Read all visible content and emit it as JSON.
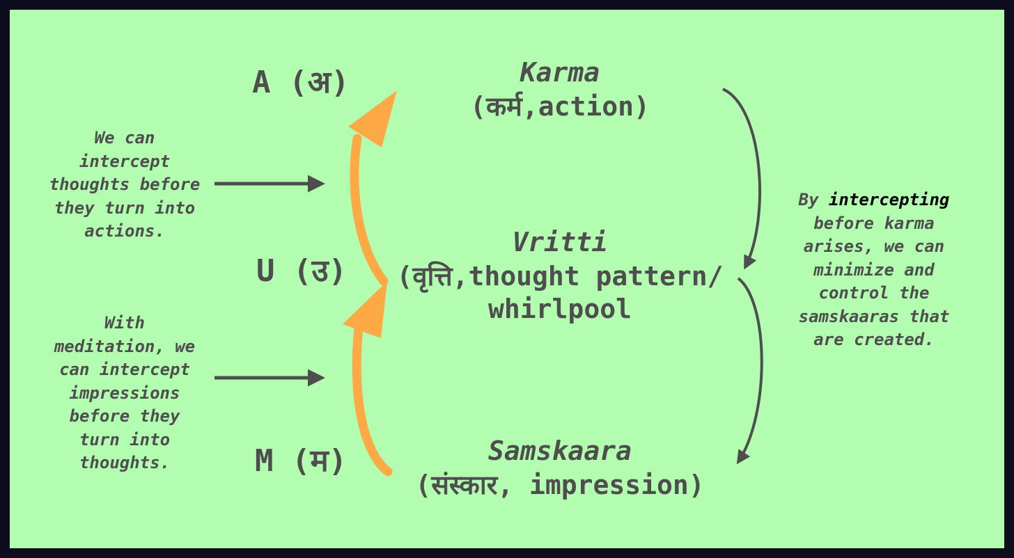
{
  "colors": {
    "border": "#0d0d1e",
    "background": "#b3fdb1",
    "text": "#4e4e4e",
    "accent": "#fdaa46",
    "highlight": "#000000"
  },
  "letters": {
    "a": "A (अ)",
    "u": "U (उ)",
    "m": "M (म)"
  },
  "concepts": {
    "karma": {
      "title": "Karma",
      "subtitle": "(कर्म,action)"
    },
    "vritti": {
      "title": "Vritti",
      "subtitle_1": "(वृत्ति,thought pattern/",
      "subtitle_2": "whirlpool"
    },
    "samskaara": {
      "title": "Samskaara",
      "subtitle": "(संस्कार, impression)"
    }
  },
  "notes": {
    "thoughts": [
      "We can",
      "intercept",
      "thoughts before",
      "they turn into",
      "actions."
    ],
    "meditation": [
      "With",
      "meditation, we",
      "can intercept",
      "impressions",
      "before they",
      "turn into",
      "thoughts."
    ],
    "intercepting": {
      "prefix": "By ",
      "emphasis": "intercepting",
      "lines": [
        "before karma",
        "arises, we can",
        "minimize and",
        "control the",
        "samskaaras that",
        "are created."
      ]
    }
  },
  "icons": {
    "upward_arrows": "orange-arrow-icon",
    "pointer_arrows": "gray-arrow-icon",
    "cycle_arrows": "curved-arrow-icon"
  }
}
